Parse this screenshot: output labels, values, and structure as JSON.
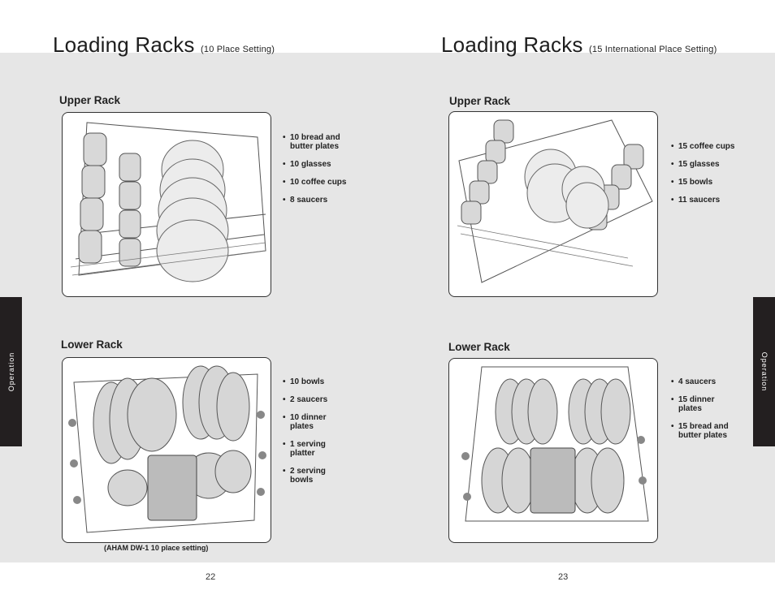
{
  "left_page": {
    "title": "Loading Racks",
    "subtitle": "(10 Place Setting)",
    "upper_rack": {
      "label": "Upper Rack",
      "items": [
        "10 bread and butter plates",
        "10 glasses",
        "10 coffee cups",
        "8 saucers"
      ]
    },
    "lower_rack": {
      "label": "Lower Rack",
      "items": [
        "10 bowls",
        "2 saucers",
        "10 dinner plates",
        "1 serving platter",
        "2 serving bowls"
      ]
    },
    "caption": "(AHAM DW-1 10 place setting)",
    "page_number": "22",
    "side_tab": "Operation"
  },
  "right_page": {
    "title": "Loading Racks",
    "subtitle": "(15 International Place Setting)",
    "upper_rack": {
      "label": "Upper Rack",
      "items": [
        "15 coffee cups",
        "15 glasses",
        "15 bowls",
        "11 saucers"
      ]
    },
    "lower_rack": {
      "label": "Lower Rack",
      "items": [
        "4 saucers",
        "15 dinner plates",
        "15 bread and butter plates"
      ]
    },
    "page_number": "23",
    "side_tab": "Operation"
  },
  "colors": {
    "band": "#e6e6e6",
    "tab": "#231f20",
    "text": "#222222"
  }
}
